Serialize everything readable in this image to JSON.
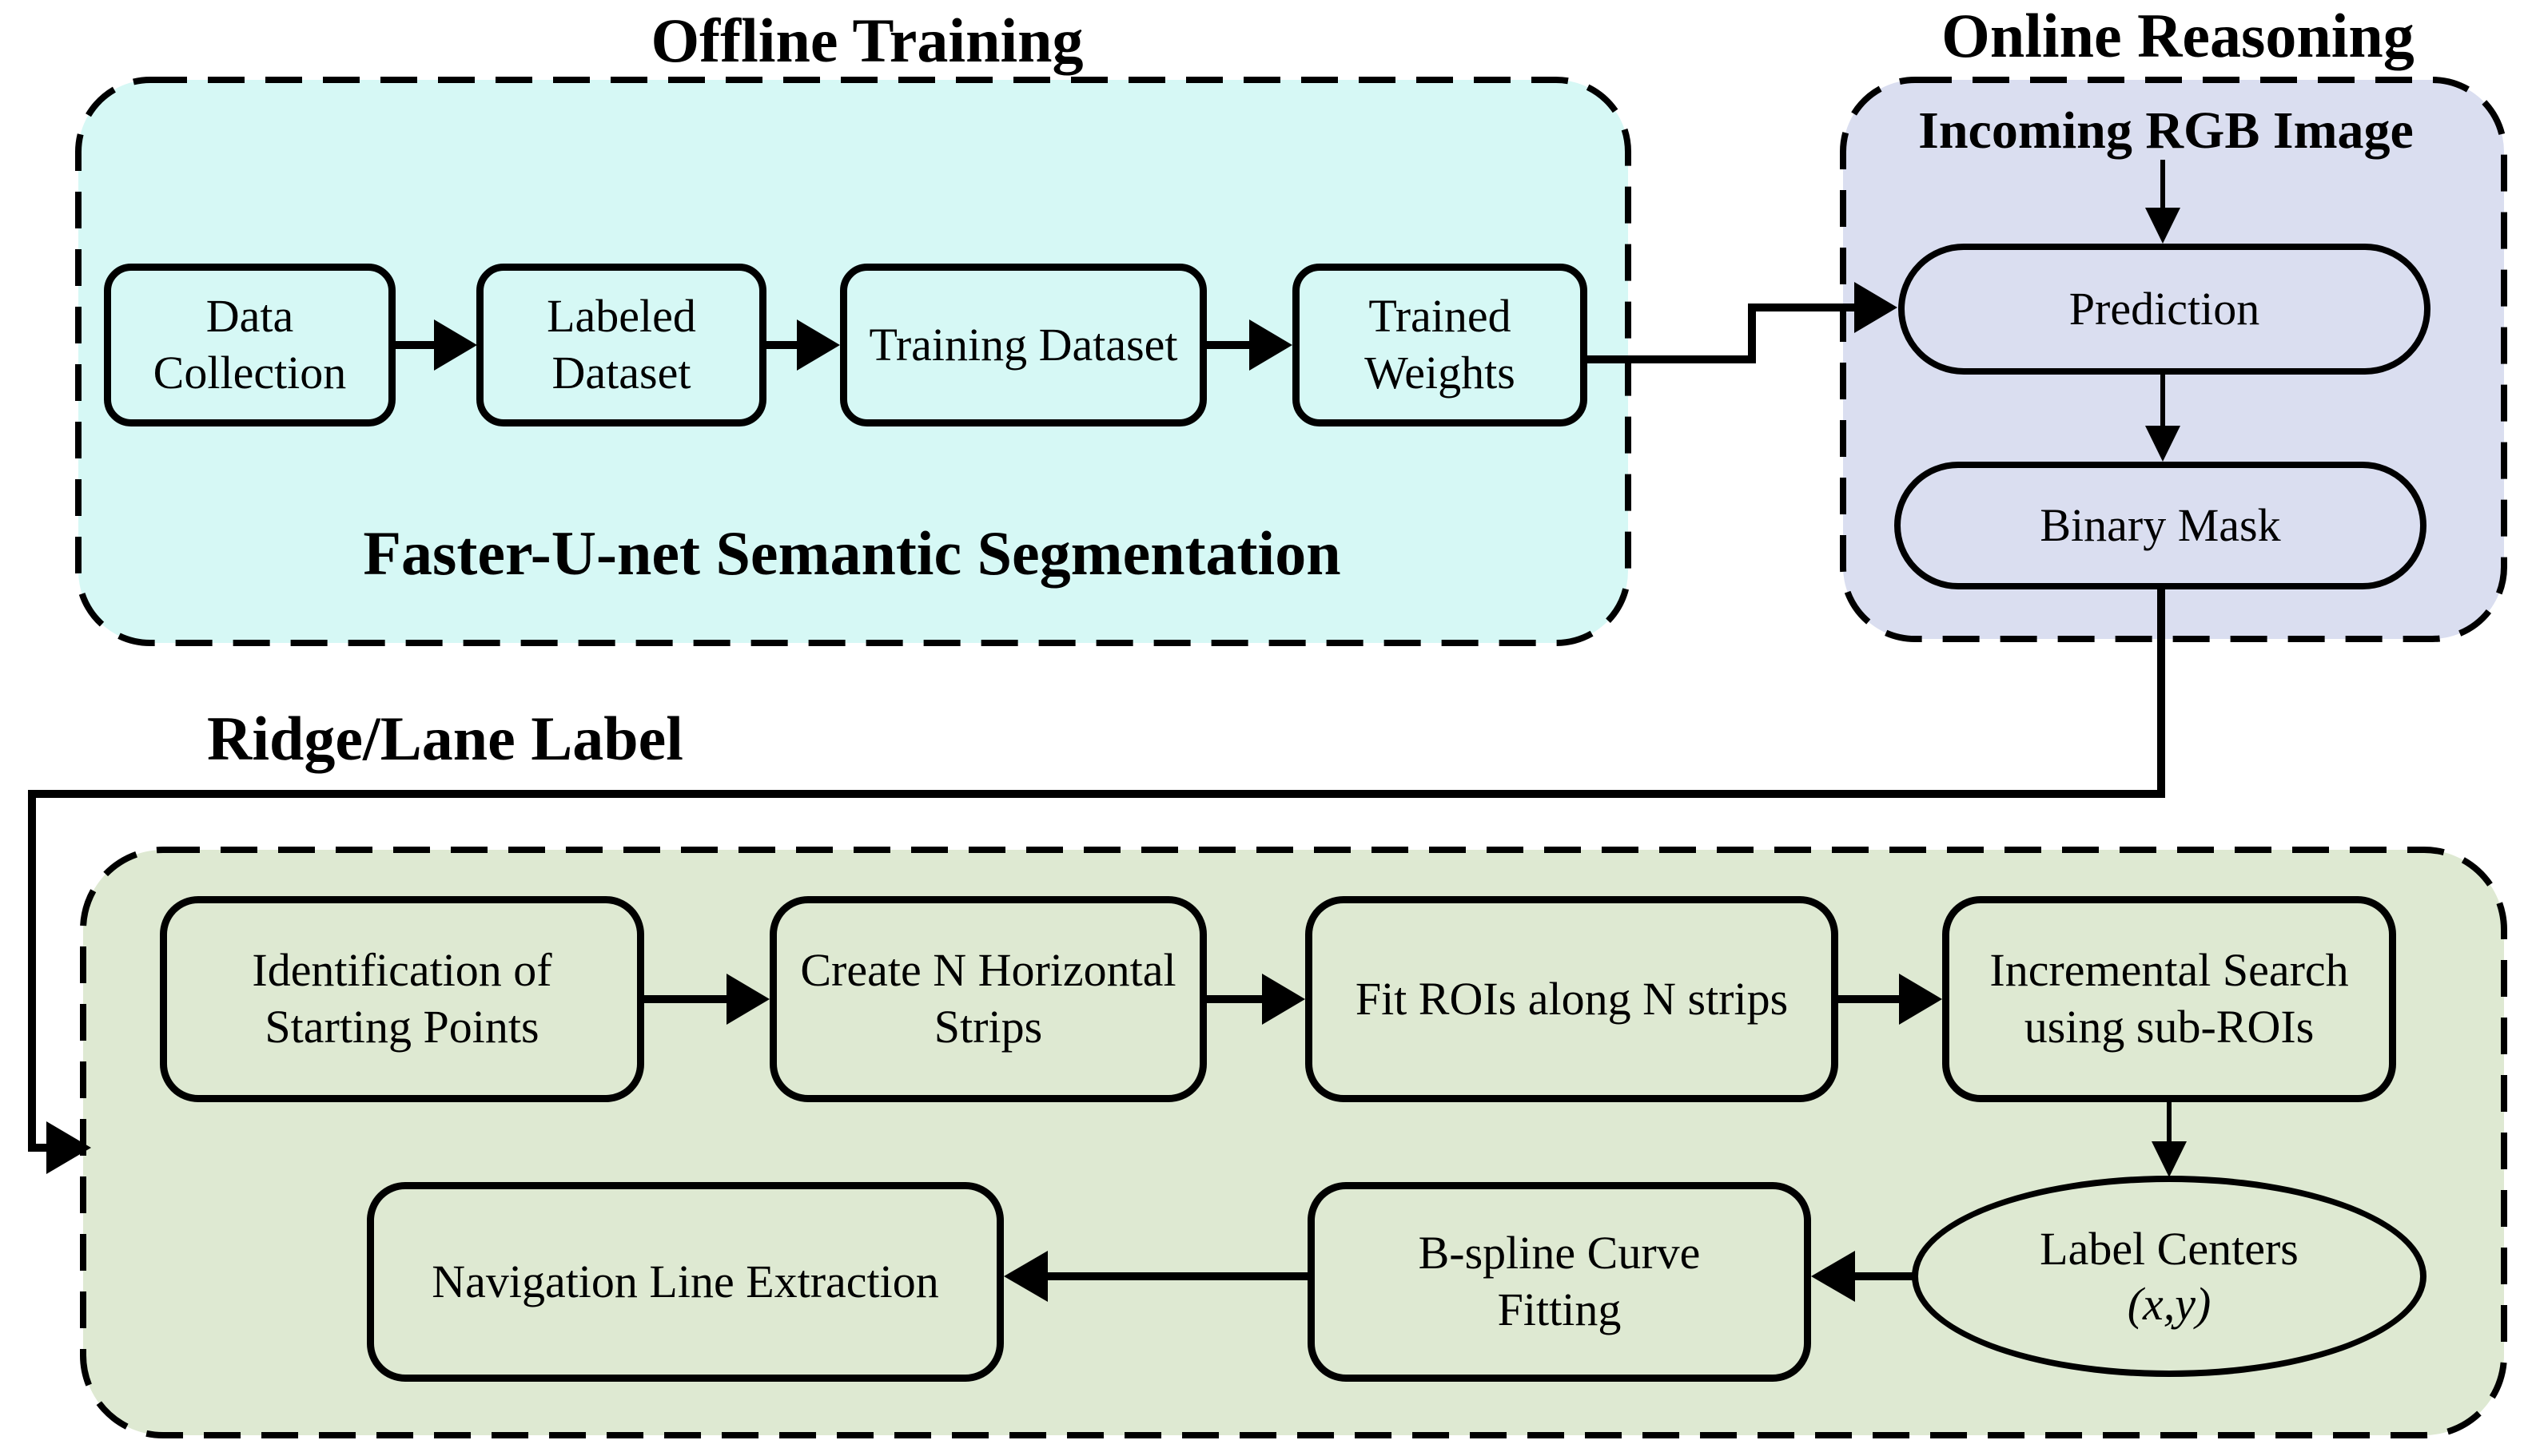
{
  "figure": {
    "type": "flowchart"
  },
  "colors": {
    "offline-fill": "#d6f8f5",
    "online-fill": "#dadef0",
    "postprocess-fill": "#dee9d2",
    "stroke": "#000000",
    "background": "#ffffff"
  },
  "titles": {
    "offline": "Offline Training",
    "online": "Online Reasoning",
    "ridge_lane": "Ridge/Lane Label"
  },
  "offline": {
    "caption": "Faster-U-net Semantic Segmentation",
    "boxes": [
      {
        "label": "Data\nCollection"
      },
      {
        "label": "Labeled\nDataset"
      },
      {
        "label": "Training Dataset"
      },
      {
        "label": "Trained\nWeights"
      }
    ]
  },
  "online": {
    "input_label": "Incoming RGB Image",
    "boxes": [
      {
        "label": "Prediction"
      },
      {
        "label": "Binary Mask"
      }
    ]
  },
  "postprocess": {
    "top_row": [
      {
        "label": "Identification of\nStarting Points"
      },
      {
        "label": "Create N Horizontal\nStrips"
      },
      {
        "label": "Fit ROIs along N strips"
      },
      {
        "label": "Incremental Search\nusing sub-ROIs"
      }
    ],
    "ellipse": {
      "title": "Label Centers",
      "coords": "(x,y)"
    },
    "bottom_row": [
      {
        "label": "B-spline Curve\nFitting"
      },
      {
        "label": "Navigation Line Extraction"
      }
    ]
  }
}
